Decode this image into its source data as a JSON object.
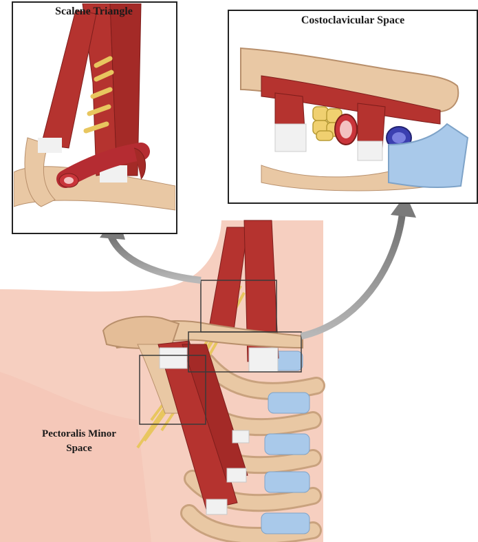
{
  "figure": {
    "labels": {
      "scalene_triangle": "Scalene Triangle",
      "costoclavicular_space": "Costoclavicular Space",
      "pectoralis_minor_line1": "Pectoralis Minor",
      "pectoralis_minor_line2": "Space"
    },
    "colors": {
      "skin": "#f6cfc0",
      "bone": "#e9c8a4",
      "bone_shadow": "#c9a27e",
      "muscle": "#b5332f",
      "muscle_dark": "#7d1d1b",
      "tendon": "#f1f1f1",
      "cartilage": "#a9c9ea",
      "nerve": "#f0d070",
      "artery": "#c9343a",
      "vein": "#3b3fb0",
      "frame": "#222222",
      "arrow": "#8a8a8a"
    }
  }
}
